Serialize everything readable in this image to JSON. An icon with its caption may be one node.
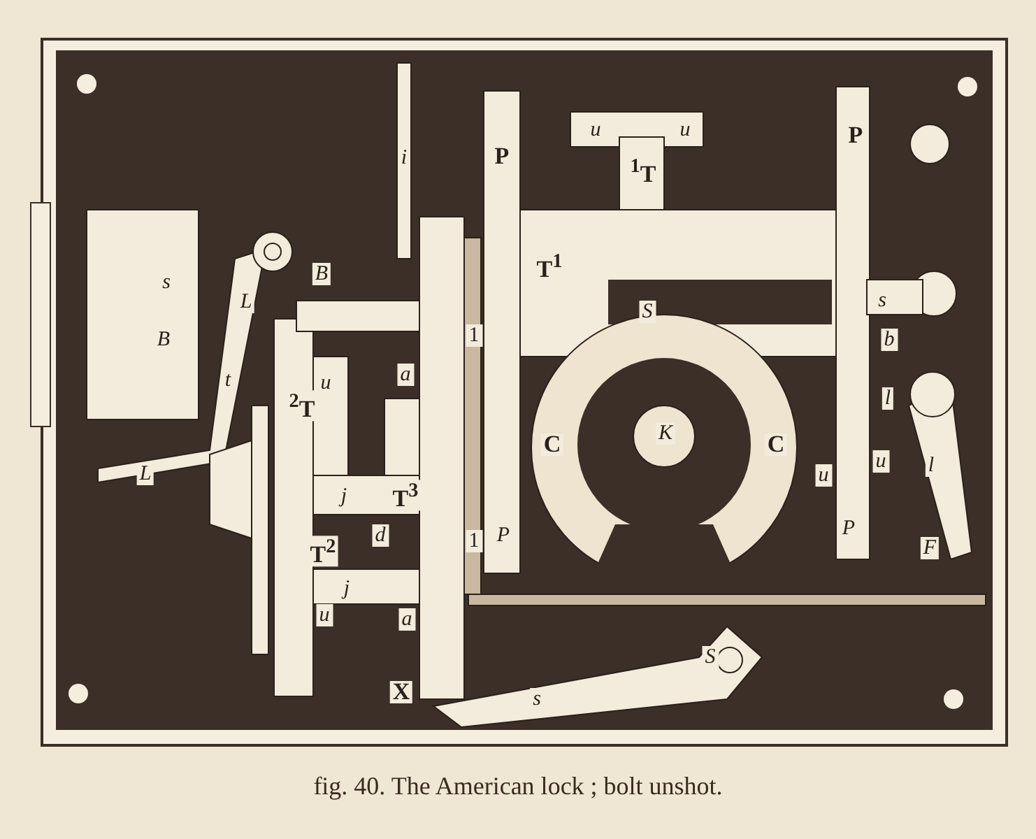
{
  "diagram": {
    "caption": "fig. 40. The American lock ; bolt unshot.",
    "labels": [
      "i",
      "P",
      "u",
      "u",
      "$^{1}$T",
      "P",
      "T$^{1}$",
      "s",
      "L",
      "B",
      "B",
      "S",
      "s",
      "b",
      "t",
      "u",
      "$^{2}$T",
      "a",
      "1",
      "l",
      "C",
      "K",
      "C",
      "u",
      "u",
      "l",
      "L",
      "j",
      "T$^{3}$",
      "d",
      "T$^{2}$",
      "1",
      "P",
      "P",
      "F",
      "j",
      "u",
      "a",
      "X",
      "S",
      "s"
    ]
  }
}
